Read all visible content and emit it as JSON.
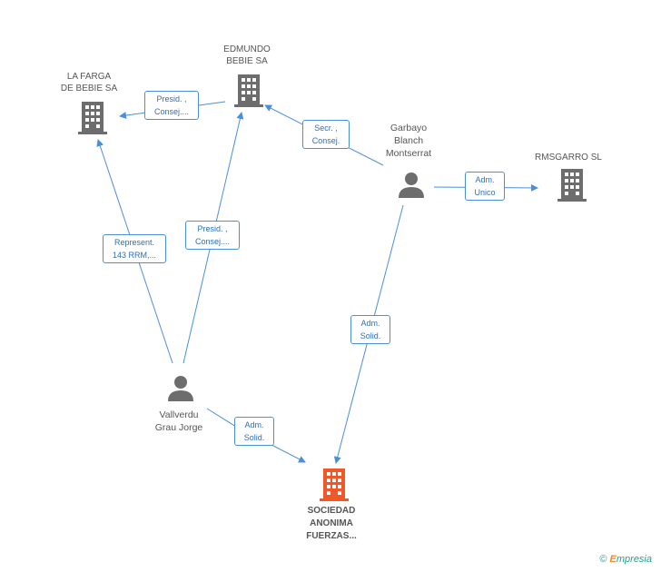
{
  "nodes": {
    "la_farga": {
      "lines": [
        "LA FARGA",
        "DE BEBIE SA"
      ]
    },
    "edmundo": {
      "lines": [
        "EDMUNDO",
        "BEBIE SA"
      ]
    },
    "garbayo": {
      "lines": [
        "Garbayo",
        "Blanch",
        "Montserrat"
      ]
    },
    "rmsgarro": {
      "lines": [
        "RMSGARRO SL"
      ]
    },
    "vallverdu": {
      "lines": [
        "Vallverdu",
        "Grau Jorge"
      ]
    },
    "sociedad": {
      "lines": [
        "SOCIEDAD",
        "ANONIMA",
        "FUERZAS..."
      ]
    }
  },
  "edges": {
    "edmundo_to_lafarga": [
      "Presid. ,",
      "Consej...."
    ],
    "garbayo_to_edmundo": [
      "Secr. ,",
      "Consej."
    ],
    "garbayo_to_rmsgarro": [
      "Adm.",
      "Unico"
    ],
    "vallverdu_to_lafarga": [
      "Represent.",
      "143 RRM,..."
    ],
    "vallverdu_to_edmundo": [
      "Presid. ,",
      "Consej...."
    ],
    "garbayo_to_sociedad": [
      "Adm.",
      "Solid."
    ],
    "vallverdu_to_sociedad": [
      "Adm.",
      "Solid."
    ]
  },
  "colors": {
    "edge": "#4a8fdc",
    "company_icon": "#6d6d6d",
    "main_company_icon": "#f0582a",
    "person_icon": "#6d6d6d"
  },
  "icons": {
    "company": "building-icon",
    "person": "person-icon"
  },
  "footer": {
    "copyright": "©",
    "brand_initial": "E",
    "brand_rest": "mpresia"
  }
}
